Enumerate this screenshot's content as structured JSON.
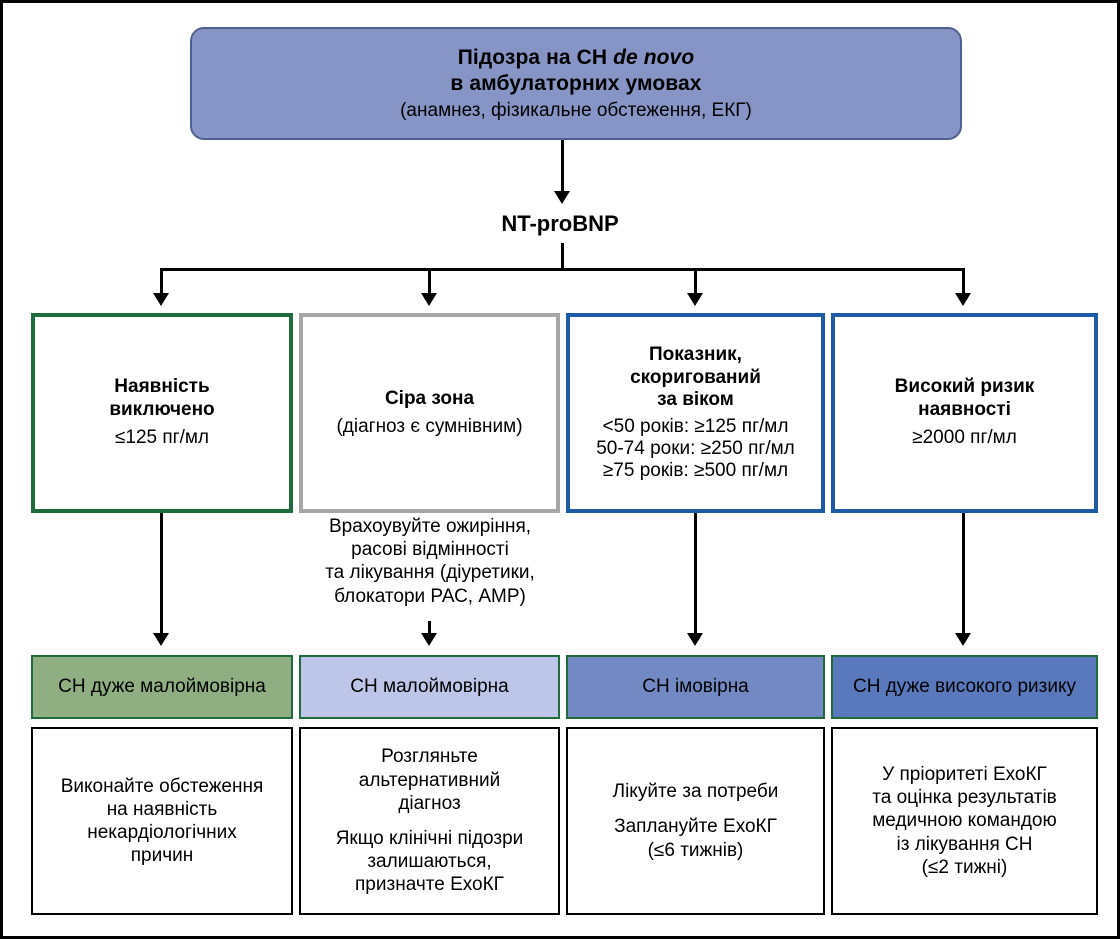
{
  "header": {
    "line1_pre": "Підозра на СН ",
    "line1_italic": "de novo",
    "line2": "в амбулаторних умовах",
    "line3": "(анамнез, фізикальне обстеження, ЕКГ)"
  },
  "test_label": "NT-proBNP",
  "decision_boxes": [
    {
      "id": "ruled-out",
      "title_line1": "Наявність",
      "title_line2": "виключено",
      "sub_line1": "≤125 пг/мл",
      "sub_line2": "",
      "sub_line3": "",
      "border_color": "#1F6B3B"
    },
    {
      "id": "grey-zone",
      "title_line1": "Сіра зона",
      "title_line2": "",
      "sub_line1": "(діагноз є сумнівним)",
      "sub_line2": "",
      "sub_line3": "",
      "border_color": "#A6A6A6"
    },
    {
      "id": "age-adjusted",
      "title_line1": "Показник,",
      "title_line2": "скоригований",
      "title_line3": "за віком",
      "sub_line1": "<50 років: ≥125 пг/мл",
      "sub_line2": "50-74 роки: ≥250 пг/мл",
      "sub_line3": "≥75 років: ≥500 пг/мл",
      "border_color": "#1D5BA4"
    },
    {
      "id": "high-risk",
      "title_line1": "Високий ризик",
      "title_line2": "наявності",
      "sub_line1": "≥2000 пг/мл",
      "sub_line2": "",
      "sub_line3": "",
      "border_color": "#1D5BA4"
    }
  ],
  "note": {
    "line1": "Врахоувуйте ожиріння,",
    "line2": "расові відмінності",
    "line3": "та лікування (діуретики,",
    "line4": "блокатори РАС, АМР)"
  },
  "result_boxes": [
    {
      "id": "very-unlikely",
      "label": "СН дуже малоймовірна",
      "fill": "#8FAF82"
    },
    {
      "id": "unlikely",
      "label": "СН малоймовірна",
      "fill": "#BDC6E8"
    },
    {
      "id": "likely",
      "label": "СН імовірна",
      "fill": "#7289C4"
    },
    {
      "id": "very-high-risk",
      "label": "СН дуже високого ризику",
      "fill": "#5A79BC"
    }
  ],
  "action_boxes": [
    {
      "id": "non-cardiac",
      "para1_l1": "Виконайте обстеження",
      "para1_l2": "на наявність",
      "para1_l3": "некардіологічних",
      "para1_l4": "причин",
      "para2_l1": "",
      "para2_l2": "",
      "para2_l3": ""
    },
    {
      "id": "alternative-dx",
      "para1_l1": "Розгляньте",
      "para1_l2": "альтернативний",
      "para1_l3": "діагноз",
      "para1_l4": "",
      "para2_l1": "Якщо клінічні підозри",
      "para2_l2": "залишаються,",
      "para2_l3": "призначте ЕхоКГ"
    },
    {
      "id": "treat-and-echo",
      "para1_l1": "Лікуйте за потреби",
      "para1_l2": "",
      "para1_l3": "",
      "para1_l4": "",
      "para2_l1": "Заплануйте ЕхоКГ",
      "para2_l2": "(≤6 тижнів)",
      "para2_l3": ""
    },
    {
      "id": "priority-echo",
      "para1_l1": "У пріоритеті ЕхоКГ",
      "para1_l2": "та оцінка результатів",
      "para1_l3": "медичною командою",
      "para1_l4": "із лікування СН",
      "para2_l1": "(≤2 тижні)",
      "para2_l2": "",
      "para2_l3": ""
    }
  ],
  "colors": {
    "header_fill": "#8795C6",
    "green_border": "#1F6B3B",
    "grey_border": "#A6A6A6",
    "blue_border": "#1D5BA4",
    "frame": "#000000"
  }
}
